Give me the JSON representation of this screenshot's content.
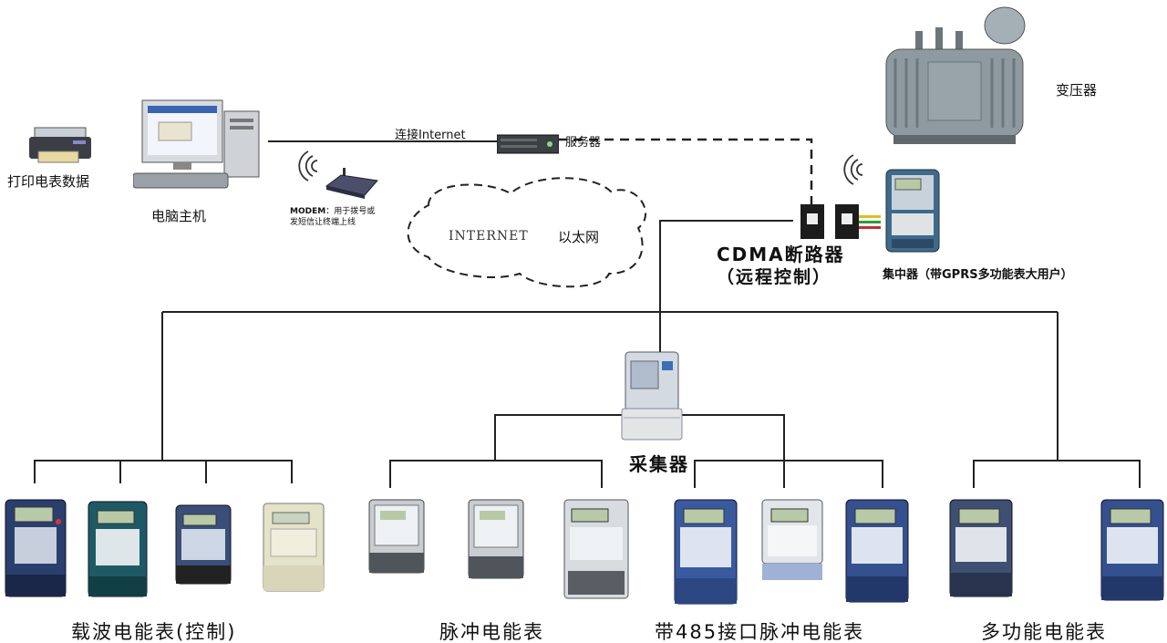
{
  "labels": {
    "transformer": "变压器",
    "server": "服务器",
    "internet_link": "连接Internet",
    "print": "打印电表数据",
    "pc_host": "电脑主机",
    "modem_title": "MODEM",
    "modem_line1": "：用于拨号或",
    "modem_line2": "发短信让终端上线",
    "internet": "INTERNET",
    "ethernet": "以太网",
    "cdma_line1": "CDMA断路器",
    "cdma_line2": "（远程控制）",
    "concentrator": "集中器（带GPRS多功能表大用户）",
    "collector": "采集器"
  },
  "groups": [
    {
      "label": "载波电能表(控制)"
    },
    {
      "label": "脉冲电能表"
    },
    {
      "label": "带485接口脉冲电能表"
    },
    {
      "label": "多功能电能表"
    }
  ],
  "colors": {
    "wire": "#222222",
    "meter_blue": "#2b3f6e",
    "meter_teal": "#1e5a66",
    "meter_grey": "#c9cdd2",
    "meter_cream": "#e4e2c8",
    "lcd": "#b8c9a8",
    "transformer": "#8e9aa0"
  },
  "icons": [
    "printer-icon",
    "computer-icon",
    "modem-icon",
    "server-icon",
    "transformer-icon",
    "breaker-icon",
    "concentrator-icon",
    "collector-icon",
    "wireless-signal-icon",
    "electric-meter-icon"
  ]
}
